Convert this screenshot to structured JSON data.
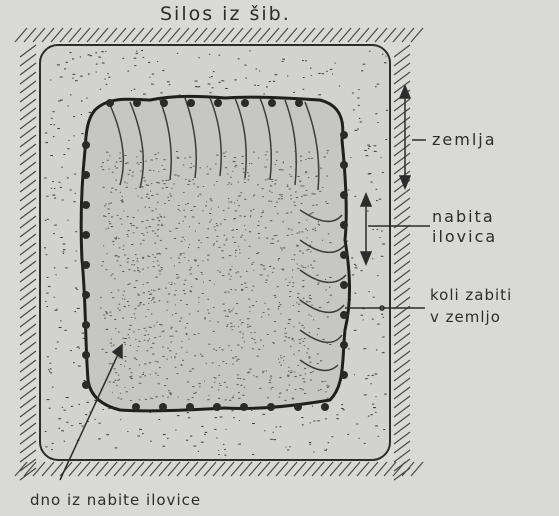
{
  "title": "Silos iz šib.",
  "labels": {
    "earth": "zemlja",
    "clay_line1": "nabita",
    "clay_line2": "ilovica",
    "stakes_line1": "koli zabiti",
    "stakes_line2": "v zemljo",
    "bottom": "dno iz nabite ilovice"
  },
  "colors": {
    "paper": "#d9d9d7",
    "ink": "#2c2c2c",
    "fill_light": "#c9c9c6",
    "fill_dark": "#8e8e8b"
  }
}
